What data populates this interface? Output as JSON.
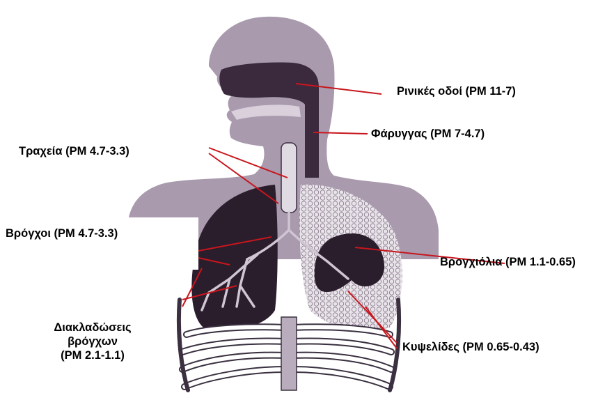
{
  "labels": {
    "nasal": "Ρινικές οδοί (PM 11-7)",
    "pharynx": "Φάρυγγας (PM 7-4.7)",
    "trachea": "Τραχεία (PM 4.7-3.3)",
    "bronchi": "Βρόγχοι (PM 4.7-3.3)",
    "bronchioles": "Βρογχιόλια (PM 1.1-0.65)",
    "branches_line1": "Διακλαδώσεις",
    "branches_line2": "βρόγχων",
    "branches_line3": "(PM 2.1-1.1)",
    "alveoli": "Κυψελίδες (PM 0.65-0.43)"
  },
  "colors": {
    "body": "#a99aae",
    "body_dark": "#8f7f95",
    "lung_dark": "#2a1d2c",
    "airway": "#3b2a3e",
    "alveoli_light": "#e9e4ea",
    "rib": "#ffffff",
    "rib_outline": "#3a3040",
    "pointer": "#c8161d"
  }
}
